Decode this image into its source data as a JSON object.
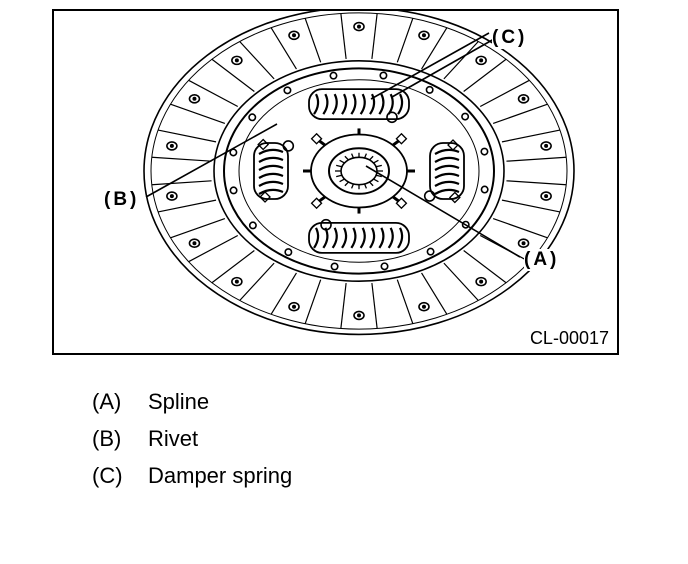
{
  "figure": {
    "id": "CL-00017",
    "callouts": {
      "a": "(A)",
      "b": "(B)",
      "c": "(C)"
    },
    "component": "clutch-disc"
  },
  "legend": [
    {
      "key": "(A)",
      "label": "Spline"
    },
    {
      "key": "(B)",
      "label": "Rivet"
    },
    {
      "key": "(C)",
      "label": "Damper spring"
    }
  ]
}
